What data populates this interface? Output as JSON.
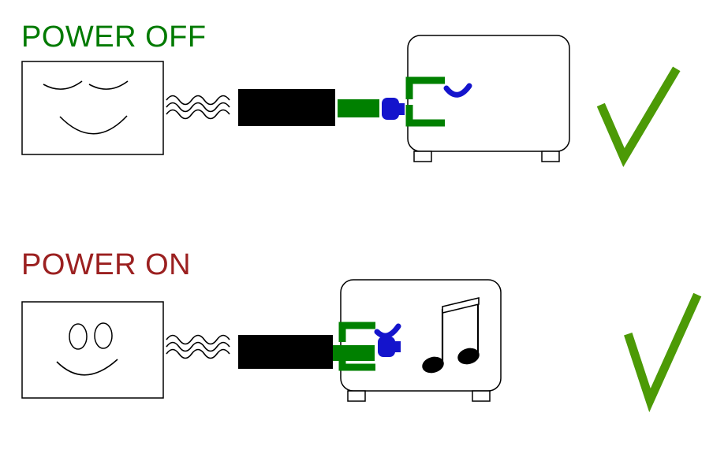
{
  "diagram": {
    "rows": [
      {
        "title": "POWER OFF",
        "title_color": "#007A00",
        "face": "sleeping-face",
        "device_state": "radio-silent",
        "result_icon": "green-checkmark"
      },
      {
        "title": "POWER ON",
        "title_color": "#9B2020",
        "face": "happy-face",
        "device_state": "radio-playing-music",
        "result_icon": "green-checkmark"
      }
    ],
    "colors": {
      "green": "#008000",
      "blue": "#1414CC",
      "check_green": "#4C9A06",
      "outline": "#000000",
      "background": "#FFFFFF"
    }
  }
}
